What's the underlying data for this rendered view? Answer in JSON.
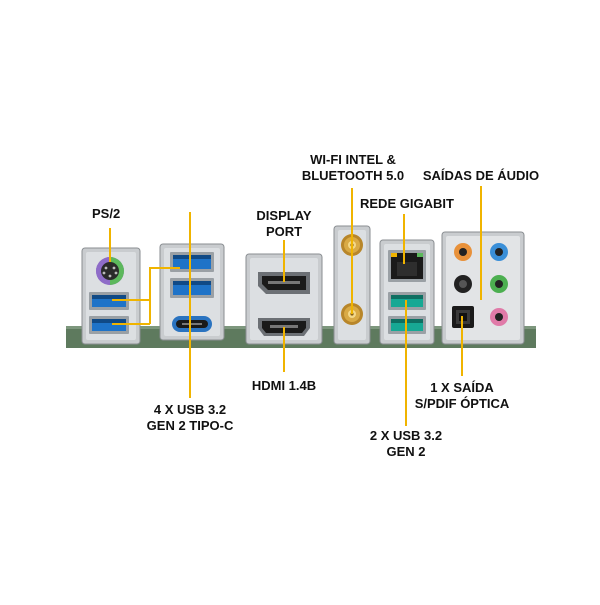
{
  "callouts": {
    "ps2": "PS/2",
    "display_port": [
      "DISPLAY",
      "PORT"
    ],
    "wifi": [
      "WI-FI INTEL &",
      "BLUETOOTH 5.0"
    ],
    "lan": "REDE GIGABIT",
    "audio_out": "SAÍDAS DE ÁUDIO",
    "usb_c": [
      "4 X USB 3.2",
      "GEN 2 TIPO-C"
    ],
    "hdmi": "HDMI 1.4B",
    "usb_gen2": [
      "2 X USB 3.2",
      "GEN 2"
    ],
    "spdif": [
      "1 X SAÍDA",
      "S/PDIF ÓPTICA"
    ]
  },
  "colors": {
    "callout_line": "#f0b400",
    "pcb": "#5e7a5e",
    "usb_blue": "#1e73c8",
    "usb_teal": "#17a894",
    "audio_orange": "#e8913a",
    "audio_blue": "#3a8fd8",
    "audio_green": "#4caf50",
    "audio_pink": "#e07aa8",
    "audio_black": "#222222",
    "ps2_purple": "#8e6cc8",
    "ps2_green": "#5cb85c"
  }
}
